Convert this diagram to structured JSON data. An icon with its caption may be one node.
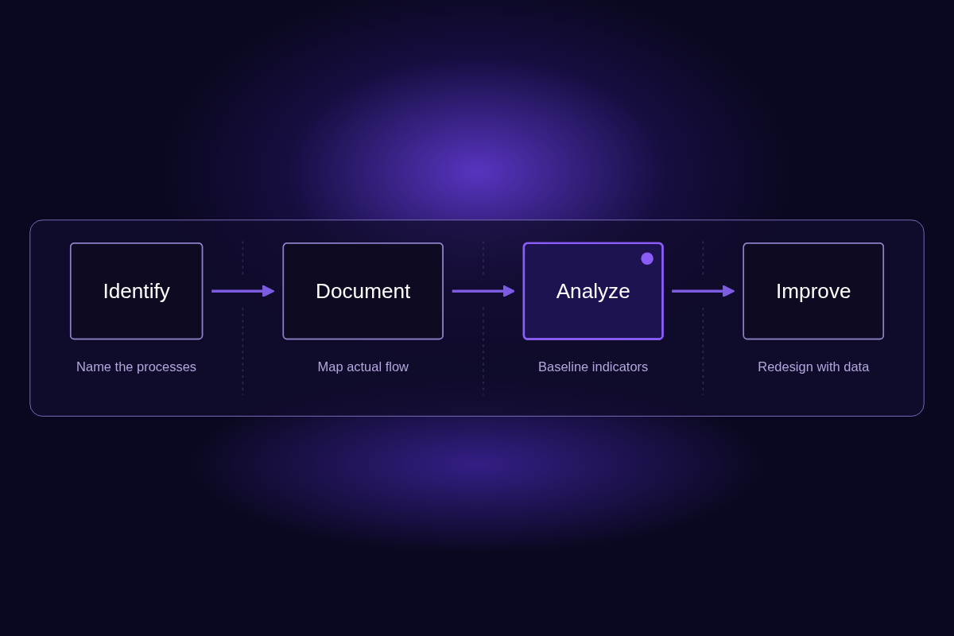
{
  "diagram": {
    "nodes": [
      {
        "text": [],
        "shape": "box"
      },
      {
        "text": [
          "Identify"
        ],
        "in": 0,
        "beside": [
          "Name the processes"
        ]
      },
      {
        "text": [
          "Document"
        ],
        "in": 0,
        "beside": [
          "Map actual flow"
        ]
      },
      {
        "text": [
          "Analyze"
        ],
        "in": 0,
        "beside": [
          "Baseline indicators"
        ]
      },
      {
        "text": [
          "Improve"
        ],
        "in": 0,
        "beside": [
          "Redesign with data"
        ]
      }
    ],
    "edges": [
      {
        "from": 1,
        "to": 2,
        "arrow": "to"
      },
      {
        "from": 2,
        "to": 3,
        "arrow": "to"
      },
      {
        "from": 3,
        "to": 4,
        "arrow": "to"
      }
    ]
  }
}
